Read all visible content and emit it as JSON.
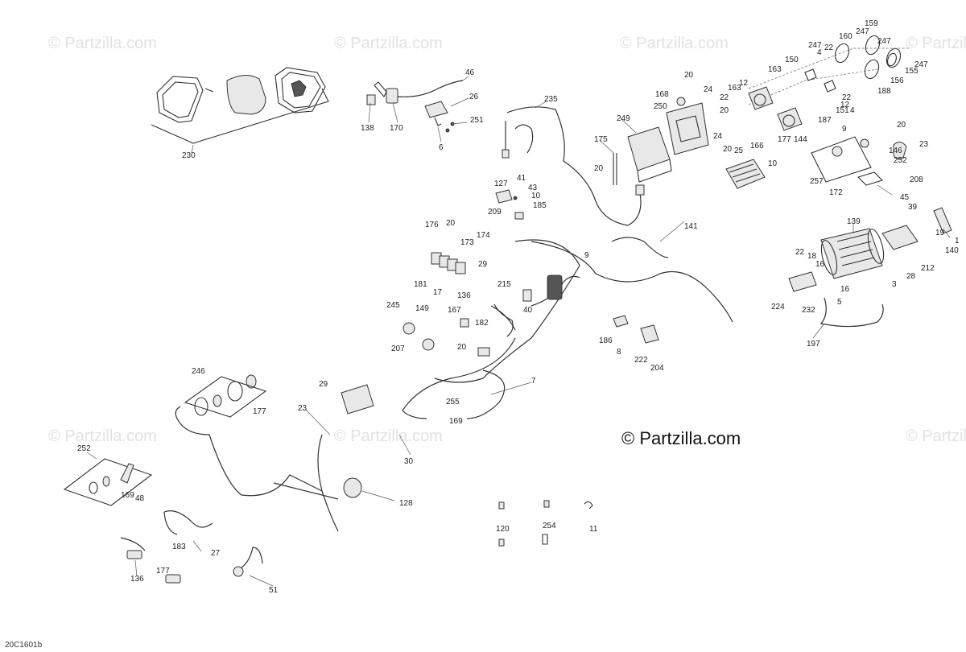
{
  "diagram": {
    "watermark_text": "© Partzilla.com",
    "center_watermark": "© Partzilla.com",
    "drawing_code": "20C1601b",
    "callouts": [
      "230",
      "46",
      "26",
      "251",
      "138",
      "170",
      "6",
      "235",
      "20",
      "168",
      "24",
      "249",
      "250",
      "20",
      "24",
      "175",
      "20",
      "20",
      "25",
      "166",
      "10",
      "159",
      "247",
      "160",
      "22",
      "4",
      "247",
      "150",
      "163",
      "247",
      "155",
      "156",
      "247",
      "188",
      "12",
      "22",
      "163",
      "151",
      "4",
      "22",
      "12",
      "187",
      "177",
      "144",
      "9",
      "20",
      "146",
      "23",
      "252",
      "257",
      "172",
      "208",
      "45",
      "127",
      "41",
      "43",
      "10",
      "185",
      "209",
      "176",
      "20",
      "173",
      "174",
      "181",
      "17",
      "136",
      "29",
      "9",
      "215",
      "40",
      "141",
      "39",
      "139",
      "1",
      "140",
      "19",
      "212",
      "22",
      "18",
      "16",
      "28",
      "3",
      "16",
      "5",
      "224",
      "232",
      "197",
      "245",
      "149",
      "167",
      "182",
      "207",
      "20",
      "186",
      "8",
      "222",
      "204",
      "7",
      "29",
      "255",
      "169",
      "30",
      "246",
      "177",
      "23",
      "252",
      "169",
      "48",
      "128",
      "120",
      "254",
      "11",
      "27",
      "183",
      "177",
      "136",
      "51"
    ]
  }
}
